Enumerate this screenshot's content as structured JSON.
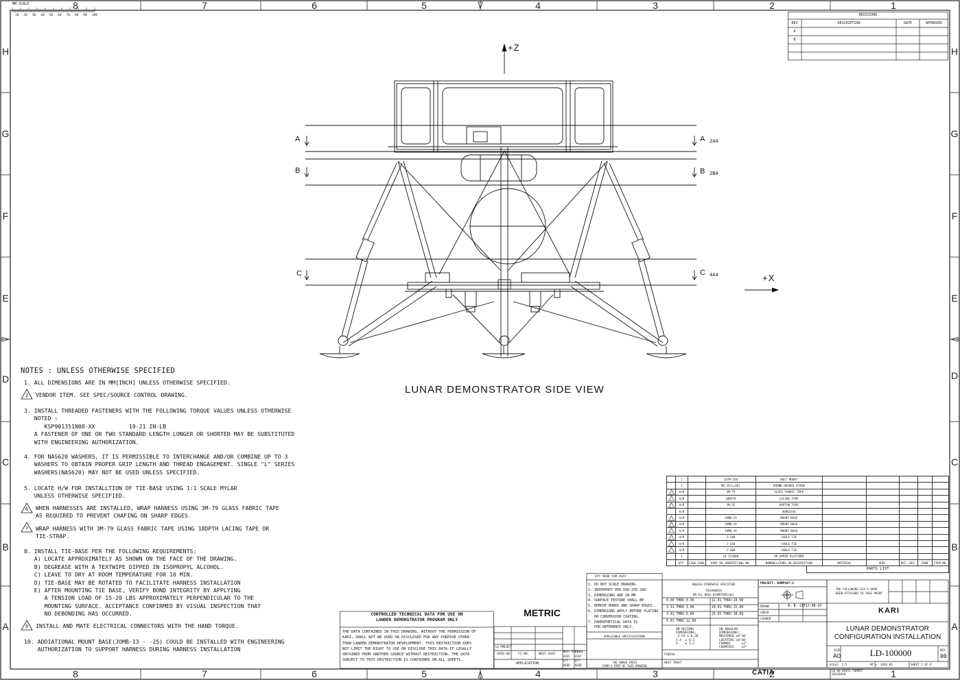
{
  "scale_bar": {
    "label": "MM SCALE",
    "ticks": [
      "10",
      "20",
      "30",
      "40",
      "50",
      "60",
      "70",
      "80",
      "90",
      "100"
    ]
  },
  "zones": {
    "columns": [
      "8",
      "7",
      "6",
      "5",
      "4",
      "3",
      "2",
      "1"
    ],
    "rows": [
      "H",
      "G",
      "F",
      "E",
      "D",
      "C",
      "B",
      "A"
    ]
  },
  "view": {
    "title": "LUNAR DEMONSTRATOR SIDE VIEW",
    "axis_z": "+Z",
    "axis_x": "+X",
    "sections": [
      {
        "letter_left": "A",
        "letter_right": "A",
        "ref": "2A4"
      },
      {
        "letter_left": "B",
        "letter_right": "B",
        "ref": "2B4"
      },
      {
        "letter_left": "C",
        "letter_right": "C",
        "ref": "4A4"
      }
    ]
  },
  "revisions": {
    "title": "REVISIONS",
    "headers": [
      "REV",
      "DESCRIPTION",
      "DATE",
      "APPROVED"
    ],
    "rows": [
      "A",
      "B"
    ]
  },
  "notes": {
    "title": "NOTES : UNLESS OTHERWISE SPECIFIED",
    "n1": "1. ALL DIMENSIONS ARE IN MM[INCH] UNLESS OTHERWISE SPECIFIED.",
    "n2_num": "2",
    "n2": "VENDOR ITEM. SEE SPEC/SOURCE CONTROL DRAWING.",
    "n3": "3. INSTALL THREADED FASTENERS WITH THE FOLLOWING TORQUE VALUES UNLESS OTHERWISE\n   NOTED :\n      KSP901351N08-XX          19-21 IN-LB\n   A FASTENER OF ONE OR TWO STANDARD LENGTH LONGER OR SHORTER MAY BE SUBSTITUTED\n   WITH ENGINEERING AUTHORIZATION.",
    "n4": "4. FOR NAS620 WASHERS, IT IS PERMISSIBLE TO INTERCHANGE AND/OR COMBINE UP TO 3\n   WASHERS TO OBTAIN PROPER GRIP LENGTH AND THREAD ENGAGEMENT. SINGLE \"L\" SERIES\n   WASHERS(NAS620) MAY NOT BE USED UNLESS SPECIFIED.",
    "n5": "5. LOCATE H/W FOR INSTALLTION OF TIE-BASE USING 1:1 SCALE MYLAR\n   UNLESS OTHERWISE SPECIFIED.",
    "n6_num": "6",
    "n6": "WHEN HARNESSES ARE INSTALLED, WRAP HARNESS USING 3M-79 GLASS FABRIC TAPE\nAS REQUIRED TO PREVENT CHAFING ON SHARP EDGES.",
    "n7_num": "7",
    "n7": "WRAP HARNESS WITH 3M-79 GLASS FABRIC TAPE USING 18DPTH LACING TAPE OR\nTIE-STRAP.",
    "n8": "8. INSTALL TIE-BASE PER THE FOLLOWING REQUIREMENTS:\n   A) LOCATE APPROXIMATELY AS SHOWN ON THE FACE OF THE DRAWING.\n   B) DEGREASE WITH A TEXTWIPE DIPPED IN ISOPROPYL ALCOHOL.\n   C) LEAVE TO DRY AT ROOM TEMPERATURE FOR 10 MIN.\n   D) TIE-BASE MAY BE ROTATED TO FACILITATE HARNESS INSTALLATION\n   E) AFTER MOUNTING TIE BASE, VERIFY BOND INTEGRITY BY APPLYING\n      A TENSION LOAD OF 15-20 LBS APPROXIMATELY PERPENDICULAR TO THE\n      MOUNTING SURFACE. ACCEPTANCE CONFIRMED BY VISUAL INSPECTION THAT\n      NO DEBONDING HAS OCCURRED.",
    "n9_num": "9",
    "n9": "INSTALL AND MATE ELECTRICAL CONNECTORS WITH THE HAND TORQUE.",
    "n10": "10. ADDIATIONAL MOUNT BASE(JOMB-13 - -25) COULD BE INSTALLED WITH ENGINEERING\n    AUTHORIZATION TO SUPPORT HARNESS DURING HARNESS INSTALLATION"
  },
  "parts_list": {
    "title": "PARTS LIST",
    "headers": [
      "QTY.",
      "CAGE CODE",
      "PART OR IDENTIFYING NO.",
      "NOMENCLATURE OR DESCRIPTION",
      "MATERIAL",
      "SPEC.",
      "REF. DES.",
      "ZONE",
      "ITEM NO."
    ],
    "rows": [
      {
        "flag": "",
        "qty": "1",
        "part": "JOTM-258",
        "desc": "BOLT MOUNT"
      },
      {
        "flag": "",
        "qty": "1",
        "part": "MS-35(L=10)",
        "desc": "ROUND HEADED SCREW"
      },
      {
        "flag": "7",
        "qty": "A/R",
        "part": "3M-79",
        "desc": "GLASS FABRIC TAPE"
      },
      {
        "flag": "7",
        "qty": "A/R",
        "part": "18DPTH",
        "desc": "LACING TAPE"
      },
      {
        "flag": "7",
        "qty": "A/R",
        "part": "3M-5E",
        "desc": "KAPTON TAPE"
      },
      {
        "flag": "",
        "qty": "A/R",
        "part": "-",
        "desc": "ADHESIVE"
      },
      {
        "flag": "9",
        "qty": "A/R",
        "part": "JOMB-13",
        "desc": "MOUNT BASE"
      },
      {
        "flag": "9",
        "qty": "A/R",
        "part": "JOMB-19",
        "desc": "MOUNT BASE"
      },
      {
        "flag": "9",
        "qty": "A/R",
        "part": "JOMB-25",
        "desc": "MOUNT BASE"
      },
      {
        "flag": "9",
        "qty": "A/R",
        "part": "J-100",
        "desc": "CABLE TIE"
      },
      {
        "flag": "9",
        "qty": "A/R",
        "part": "J-140",
        "desc": "CABLE TIE"
      },
      {
        "flag": "9",
        "qty": "A/R",
        "part": "J-200",
        "desc": "CABLE TIE"
      },
      {
        "flag": "",
        "qty": "1",
        "part": "LD-121000",
        "desc": "PR UPPER PLATFORM"
      }
    ]
  },
  "general_notes": {
    "header": "QTY REQD FOR ASSY",
    "lines": "1. DO NOT SCALE DRAWING.\n2. INTERPRET PER DOD-STD-100.\n3. DIMENSIONS ARE IN MM.\n4. SURFACE TEXTURE SHALL BE\n5. REMOVE BURRS AND SHARP EDGES.\n6. DIMENSIONS APPLY BEFORE PLATING\n   OR CONVERSION COATING.\n7. PARENTHETICAL DATA IS\n   FOR REFERENCE ONLY.",
    "applicable": "APPLICABLE SPECIFICATIONS",
    "above_specs": "THE ABOVE SPECS\nFORM A PART OF THIS DRAWING"
  },
  "tolerances": {
    "header": "UNLESS OTHERWISE SPECIFIED",
    "sub": "TOLERANCES\nON ALL HOLE DIAMETERS(mm)",
    "rows": [
      "0.00 THRU 0.30",
      "3.31 THRU 3.00",
      "3.01 THRU 6.00",
      "6.01 THRU 12.00"
    ],
    "rows2": [
      "12.01 THRU 20.00",
      "20.01 THRU 25.00",
      "25.01 THRU 38.00"
    ],
    "decimal": "ON DECIMAL\nDIMENSIONS:\n.X.XX ± 0.20\nX.X  ± 0.3\nX.   ± 1.2",
    "angular": "ON ANGULAR\nDIMENSIONS:\nMACHINED ±0°30'\nLOCATING ±0°30'\nFORMED      ±2°\nCHAMFERS    ±5°",
    "finish": "FINISH",
    "heat_treat": "HEAT TREAT"
  },
  "controlled": {
    "title": "CONTROLLED TECHNICAL DATA FOR USE ON\nLANDER DEMONSTRATOR PROGRAM ONLY",
    "body": "THE DATA CONTAINED IN THIS DRAWING, WITHOUT THE PERMISSION OF\nKARI, SHALL NOT BE USED OR DISCLOSED FOR ANY PURPOSE OTHER\nTHAN LANDER DEMONSTRATOR DEVELOPMENT. THIS RESTRICTION DOES\nNOT LIMIT THE RIGHT TO USE OR DISCLOSE THIS DATA IF LEGALLY\nOBTAINED FROM ANOTHER SOURCE WITHOUT RESTRICTION. THE DATA\nSUBJECT TO THIS RESTRICTION IS CONTAINED ON ALL SHEETS."
  },
  "application": {
    "metric": "METRIC",
    "used_on": "USED ON",
    "ci_no": "CI NO.",
    "next_assy": "NEXT ASSY",
    "application": "APPLICATION",
    "lo_project": "LO PROJECT",
    "left_labels": [
      "NEXT ASSY",
      "ASSY",
      "QTY",
      "REQD"
    ],
    "right_labels": [
      "FINAL",
      "ASSY",
      "QTY",
      "REQD"
    ]
  },
  "title_block": {
    "project": "PROJECT: KOMPSAT-3",
    "drawn_label": "DRAWN",
    "drawn_by": "W. B. LEE",
    "drawn_date": "12-08-10",
    "check": "CHECK",
    "leader": "LEADER",
    "eco_note": "THE FOLLOWING ECO'S HAVE\nBEEN ATTACHED TO THIS PRINT",
    "company": "KARI",
    "title_line1": "LUNAR DEMONSTRATOR",
    "title_line2": "CONFIGURATION INSTALLATION",
    "size_label": "SIZE",
    "size": "A0",
    "dwg_no": "LD-100000",
    "rev_label": "REV",
    "rev": "00",
    "scale": "SCALE  1:5",
    "wt": "WT =  XXXX KG",
    "sheet": "SHEET 1 OF 4",
    "format": "LD A0 DAVIS FORMAT\n20120420",
    "cat_label": "CATIA"
  }
}
